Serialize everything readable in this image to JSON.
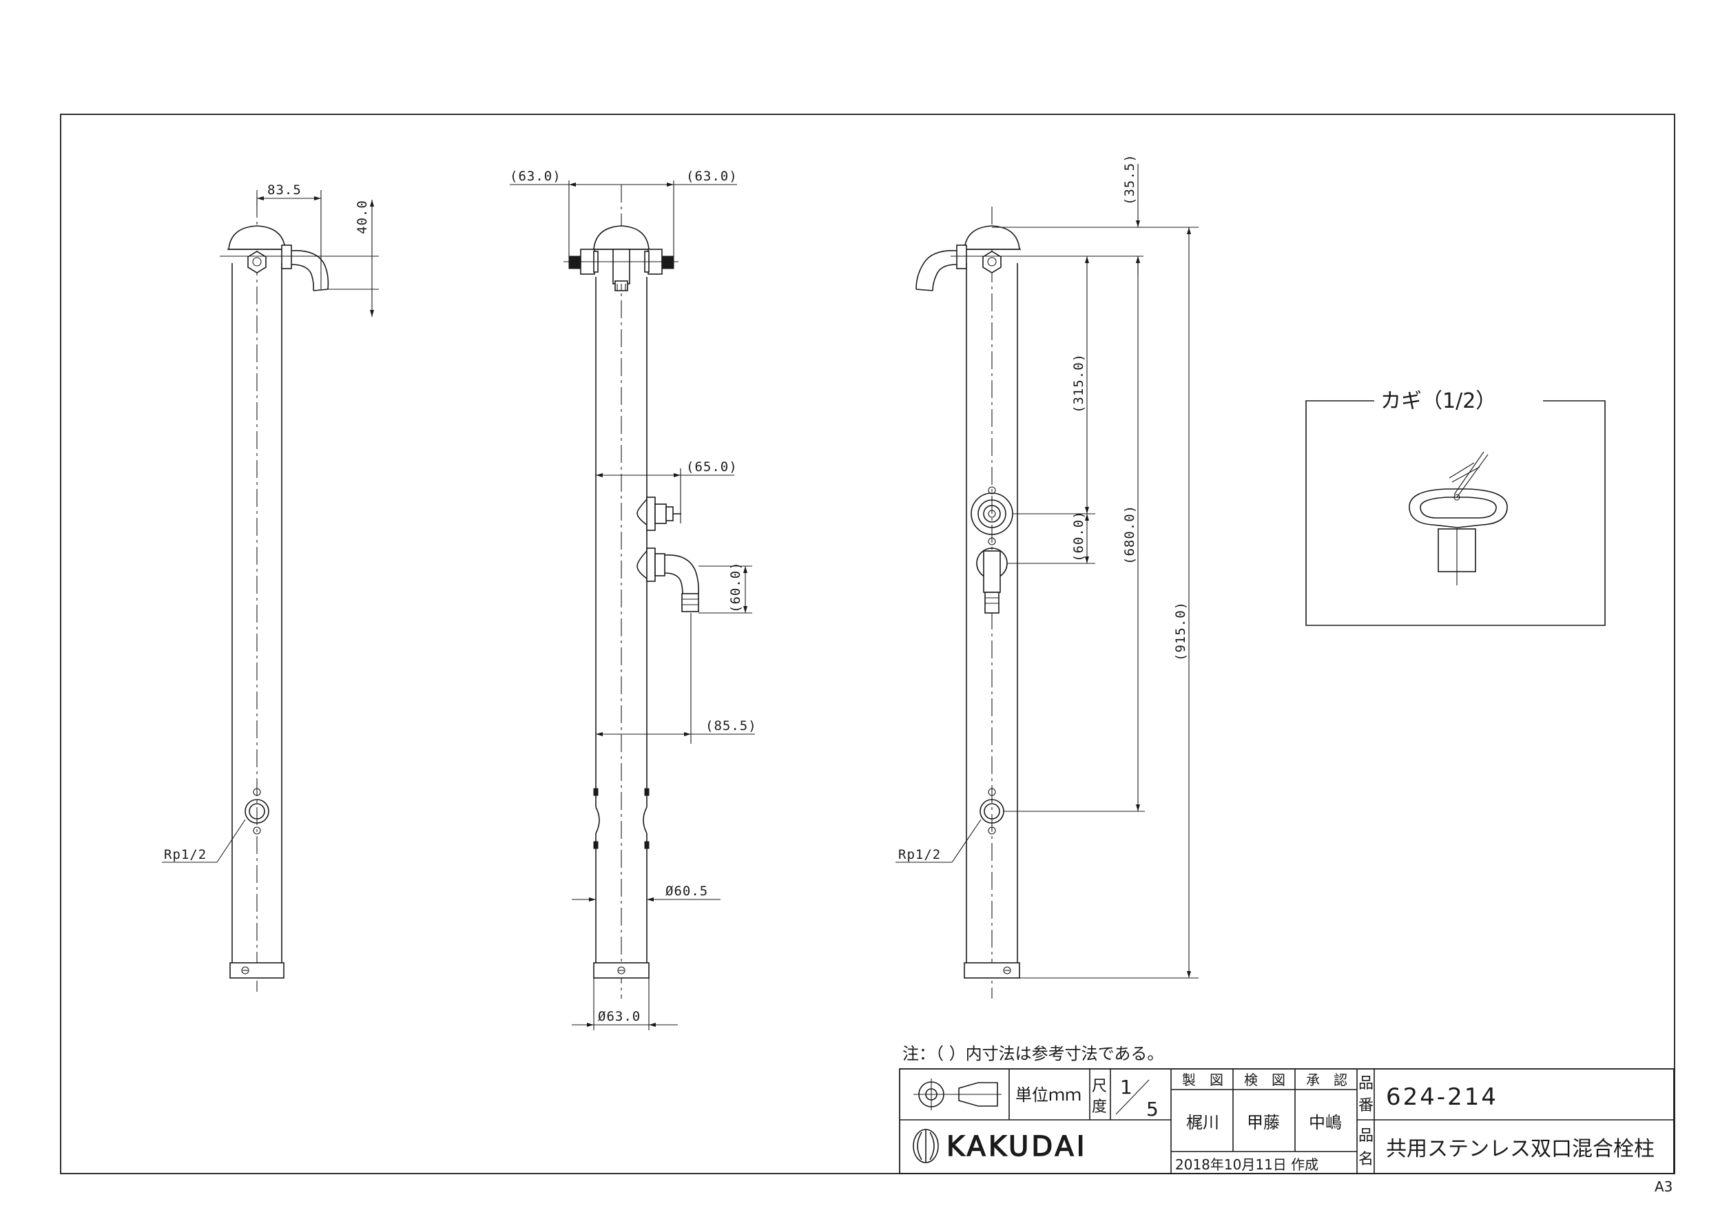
{
  "dimensions": {
    "side_width": "83.5",
    "side_drop": "40.0",
    "front_left": "(63.0)",
    "front_right": "(63.0)",
    "valve_offset": "(65.0)",
    "tap_drop": "(60.0)",
    "tap_offset": "(85.5)",
    "pipe_diameter": "Ø60.5",
    "base_diameter": "Ø63.0",
    "top_cap": "(35.5)",
    "upper_to_valve": "(315.0)",
    "valve_gap": "(60.0)",
    "upper_to_inlet": "(680.0)",
    "total_height": "(915.0)",
    "inlet_left": "Rp1/2",
    "inlet_right": "Rp1/2"
  },
  "key_box": {
    "title": "カギ（1/2）"
  },
  "note": "注：（ ）内寸法は参考寸法である。",
  "title_block": {
    "unit_label": "単位ｍｍ",
    "scale_label_1": "尺",
    "scale_label_2": "度",
    "scale_num": "1",
    "scale_den": "5",
    "role_1": "製　図",
    "role_2": "検　図",
    "role_3": "承　認",
    "name_1": "梶川",
    "name_2": "甲藤",
    "name_3": "中嶋",
    "date": "2018年10月11日 作成",
    "part_no_label_1": "品",
    "part_no_label_2": "番",
    "part_no": "624-214",
    "name_label_1": "品",
    "name_label_2": "名",
    "product_name": "共用ステンレス双口混合栓柱",
    "company": "KAKUDAI"
  },
  "sheet_size": "A3"
}
